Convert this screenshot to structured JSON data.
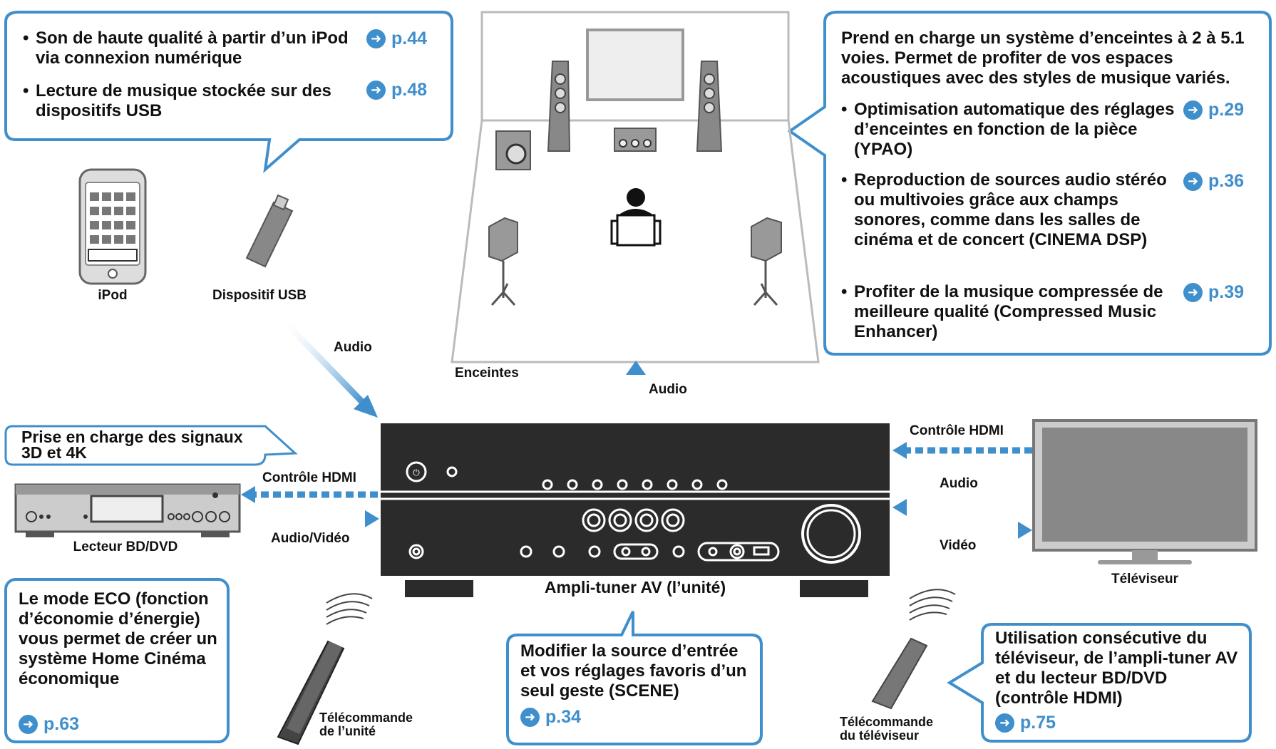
{
  "colors": {
    "accent": "#3f8fcc",
    "box_border": "#3f8fcc",
    "device": "#2b2b2b"
  },
  "icons": {
    "page_ref": "arrow-right-circle-icon"
  },
  "top_left_box": {
    "items": [
      {
        "text": "Son de haute qualité à partir d’un iPod via connexion numérique",
        "ref": "p.44"
      },
      {
        "text": "Lecture de musique stockée sur des dispositifs USB",
        "ref": "p.48"
      }
    ]
  },
  "speakers_box": {
    "intro": "Prend en charge un système d’enceintes à 2 à 5.1 voies. Permet de profiter de vos espaces acoustiques avec des styles de musique variés.",
    "items": [
      {
        "text": "Optimisation automatique des réglages d’enceintes en fonction de la pièce (YPAO)",
        "ref": "p.29"
      },
      {
        "text": "Reproduction de sources audio stéréo ou multivoies grâce aux champs sonores, comme dans les salles de cinéma et de concert (CINEMA DSP)",
        "ref": "p.36"
      },
      {
        "text": "Profiter de la musique compressée de meilleure qualité (Compressed Music Enhancer)",
        "ref": "p.39"
      }
    ]
  },
  "signals_box": {
    "text": "Prise en charge des signaux 3D et 4K"
  },
  "eco_box": {
    "text": "Le mode ECO (fonction d’économie d’énergie) vous permet de créer un système Home Cinéma économique",
    "ref": "p.63"
  },
  "scene_box": {
    "text": "Modifier la source d’entrée et vos réglages favoris d’un seul geste (SCENE)",
    "ref": "p.34"
  },
  "hdmi_box": {
    "text": "Utilisation consécutive du téléviseur, de l’ampli-tuner AV et du lecteur BD/DVD (contrôle HDMI)",
    "ref": "p.75"
  },
  "devices": {
    "ipod": "iPod",
    "usb": "Dispositif USB",
    "speakers": "Enceintes",
    "bd_player": "Lecteur BD/DVD",
    "receiver": "Ampli-tuner AV (l’unité)",
    "tv": "Téléviseur",
    "remote_unit": "Télécommande de l’unité",
    "remote_tv": "Télécommande du téléviseur"
  },
  "connections": {
    "usb_audio": "Audio",
    "speakers_audio": "Audio",
    "bd_hdmi": "Contrôle HDMI",
    "bd_av": "Audio/Vidéo",
    "tv_hdmi": "Contrôle HDMI",
    "tv_audio": "Audio",
    "tv_video": "Vidéo"
  }
}
